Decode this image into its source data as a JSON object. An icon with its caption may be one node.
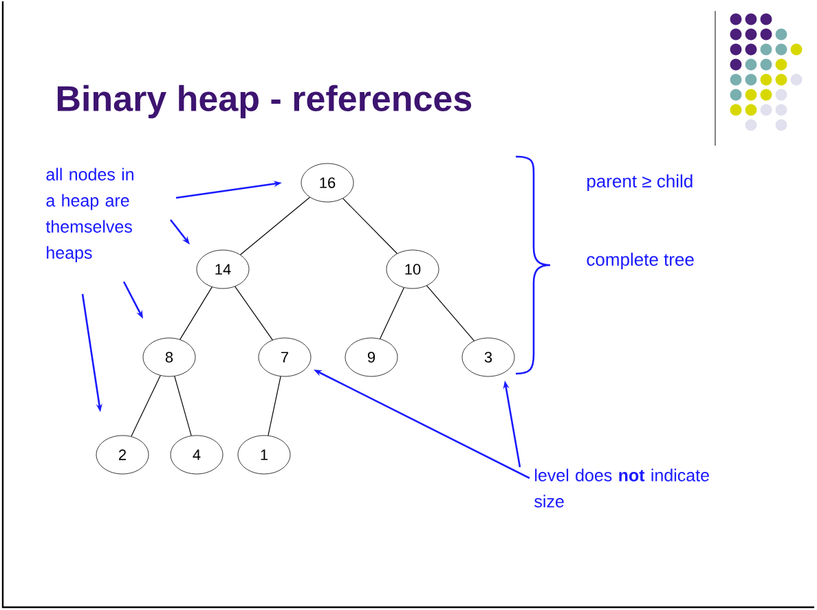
{
  "diagram": {
    "title": "Binary heap - references",
    "nodes": [
      {
        "text": [
          "all nodes in a heap are themselves heaps"
        ]
      },
      {
        "text": [
          "16"
        ]
      },
      {
        "text": [
          "14"
        ]
      },
      {
        "text": [
          "10"
        ]
      },
      {
        "text": [
          "8"
        ]
      },
      {
        "text": [
          "7"
        ]
      },
      {
        "text": [
          "9"
        ]
      },
      {
        "text": [
          "3"
        ]
      },
      {
        "text": [
          "2"
        ]
      },
      {
        "text": [
          "4"
        ]
      },
      {
        "text": [
          "1"
        ]
      },
      {
        "text": [
          "level does **not** indicate size"
        ]
      }
    ],
    "edges": [
      {
        "from": 1,
        "to": 2,
        "arrow": "none"
      },
      {
        "from": 1,
        "to": 3,
        "arrow": "none"
      },
      {
        "from": 2,
        "to": 4,
        "arrow": "none"
      },
      {
        "from": 2,
        "to": 5,
        "arrow": "none"
      },
      {
        "from": 3,
        "to": 6,
        "arrow": "none"
      },
      {
        "from": 3,
        "to": 7,
        "arrow": "none"
      },
      {
        "from": 4,
        "to": 8,
        "arrow": "none"
      },
      {
        "from": 4,
        "to": 9,
        "arrow": "none"
      },
      {
        "from": 5,
        "to": 10,
        "arrow": "none"
      },
      {
        "from": 0,
        "to": 1,
        "arrow": "to",
        "color": "#1a1aff"
      },
      {
        "from": 0,
        "to": 2,
        "arrow": "to",
        "color": "#1a1aff"
      },
      {
        "from": 0,
        "to": 4,
        "arrow": "to",
        "color": "#1a1aff"
      },
      {
        "from": 0,
        "to": 8,
        "arrow": "to",
        "color": "#1a1aff"
      },
      {
        "from": 11,
        "to": 5,
        "arrow": "to",
        "color": "#1a1aff"
      },
      {
        "from": 11,
        "to": 7,
        "arrow": "to",
        "color": "#1a1aff"
      }
    ],
    "labels": [
      "parent ≥ child",
      "complete tree"
    ]
  }
}
